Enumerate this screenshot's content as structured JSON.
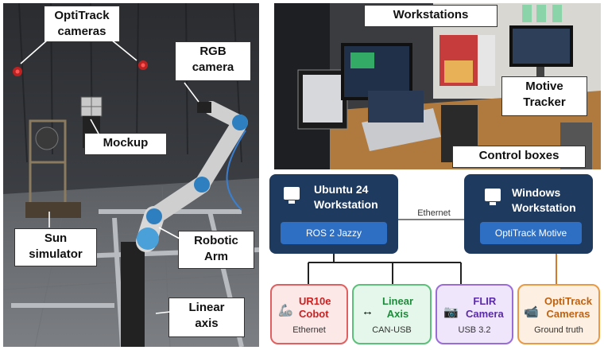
{
  "left_photo": {
    "labels": {
      "optitrack": "OptiTrack\ncameras",
      "rgb": "RGB\ncamera",
      "mockup": "Mockup",
      "sun": "Sun\nsimulator",
      "robotic_arm": "Robotic\nArm",
      "linear_axis": "Linear\naxis"
    }
  },
  "right_photo": {
    "labels": {
      "workstations": "Workstations",
      "motive": "Motive\nTracker",
      "control": "Control boxes"
    }
  },
  "diagram": {
    "ubuntu": {
      "title": "Ubuntu 24\nWorkstation",
      "sub": "ROS 2 Jazzy"
    },
    "windows": {
      "title": "Windows\nWorkstation",
      "sub": "OptiTrack Motive"
    },
    "link_label": "Ethernet",
    "leaves": [
      {
        "key": "ur10e",
        "title": "UR10e\nCobot",
        "sub": "Ethernet",
        "icon": "robot-arm-icon",
        "glyph": "🦾",
        "border": "#e06060",
        "bg": "#fde8e8",
        "title_color": "#cc1f1f"
      },
      {
        "key": "linear",
        "title": "Linear\nAxis",
        "sub": "CAN-USB",
        "icon": "double-arrow-icon",
        "glyph": "↔",
        "border": "#5cc07a",
        "bg": "#e5f7ea",
        "title_color": "#1f8a3b"
      },
      {
        "key": "flir",
        "title": "FLIR\nCamera",
        "sub": "USB 3.2",
        "icon": "camera-icon",
        "glyph": "📷",
        "border": "#9a6cd8",
        "bg": "#efe6fb",
        "title_color": "#5a2aa8"
      },
      {
        "key": "opti",
        "title": "OptiTrack\nCameras",
        "sub": "Ground truth",
        "icon": "video-camera-icon",
        "glyph": "📹",
        "border": "#e89a45",
        "bg": "#fdf0e2",
        "title_color": "#c0610f"
      }
    ],
    "colors": {
      "ubuntu_line": "#222222",
      "windows_line": "#d07a2c",
      "box": "#1f3a5f",
      "inner": "#2e6fc4"
    }
  }
}
